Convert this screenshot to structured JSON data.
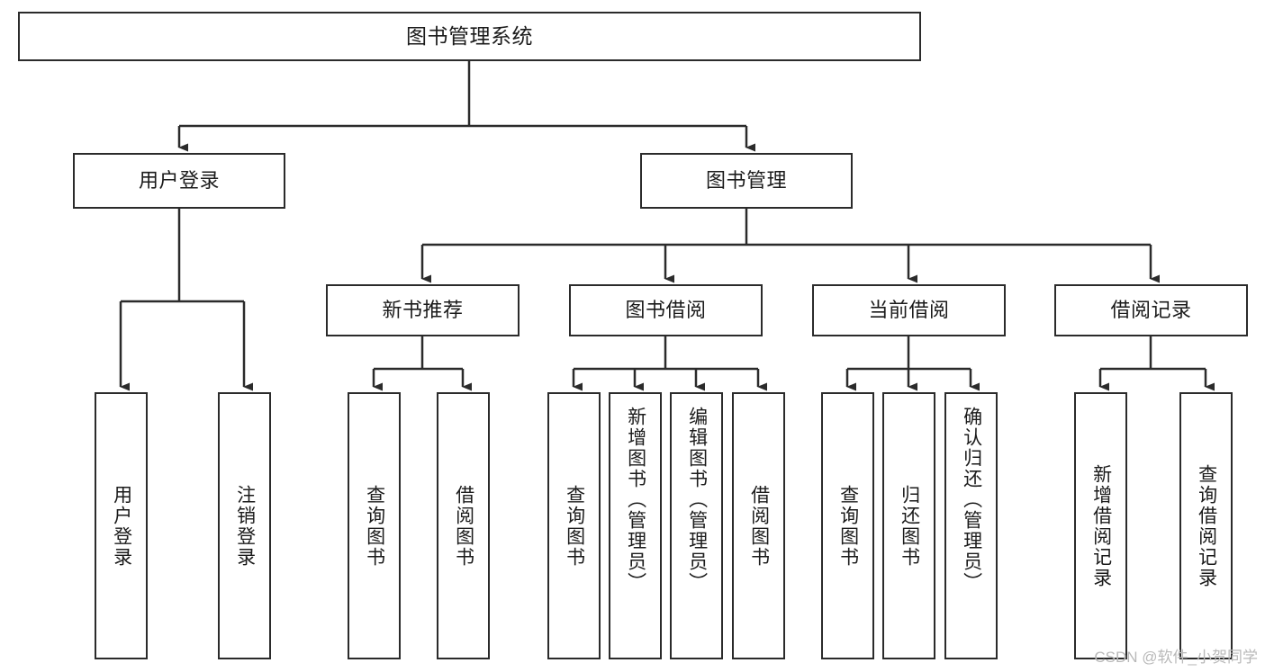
{
  "diagram": {
    "type": "tree-hierarchy",
    "title": "图书管理系统",
    "orientation": "top-down",
    "line_color": "#2b2b2b",
    "box_fill": "#ffffff",
    "text_color": "#1b1b1b"
  },
  "watermark": {
    "text": "CSDN @软件_小贺同学",
    "color": "#b9b9b9"
  },
  "nodes": {
    "root": {
      "label": "图书管理系统",
      "level": 0
    },
    "l1": [
      {
        "label": "用户登录",
        "level": 1
      },
      {
        "label": "图书管理",
        "level": 1
      }
    ],
    "l2": [
      {
        "label": "新书推荐",
        "level": 2
      },
      {
        "label": "图书借阅",
        "level": 2
      },
      {
        "label": "当前借阅",
        "level": 2
      },
      {
        "label": "借阅记录",
        "level": 2
      }
    ],
    "leaves_login": [
      {
        "label": "用户登录",
        "level": 2
      },
      {
        "label": "注销登录",
        "level": 2
      }
    ],
    "leaves_new_books": [
      {
        "label": "查询图书",
        "level": 3
      },
      {
        "label": "借阅图书",
        "level": 3
      }
    ],
    "leaves_borrow": [
      {
        "label": "查询图书",
        "level": 3
      },
      {
        "label": "新增图书（管理员）",
        "level": 3
      },
      {
        "label": "编辑图书（管理员）",
        "level": 3
      },
      {
        "label": "借阅图书",
        "level": 3
      }
    ],
    "leaves_current": [
      {
        "label": "查询图书",
        "level": 3
      },
      {
        "label": "归还图书",
        "level": 3
      },
      {
        "label": "确认归还（管理员）",
        "level": 3
      }
    ],
    "leaves_records": [
      {
        "label": "新增借阅记录",
        "level": 3
      },
      {
        "label": "查询借阅记录",
        "level": 3
      }
    ]
  }
}
